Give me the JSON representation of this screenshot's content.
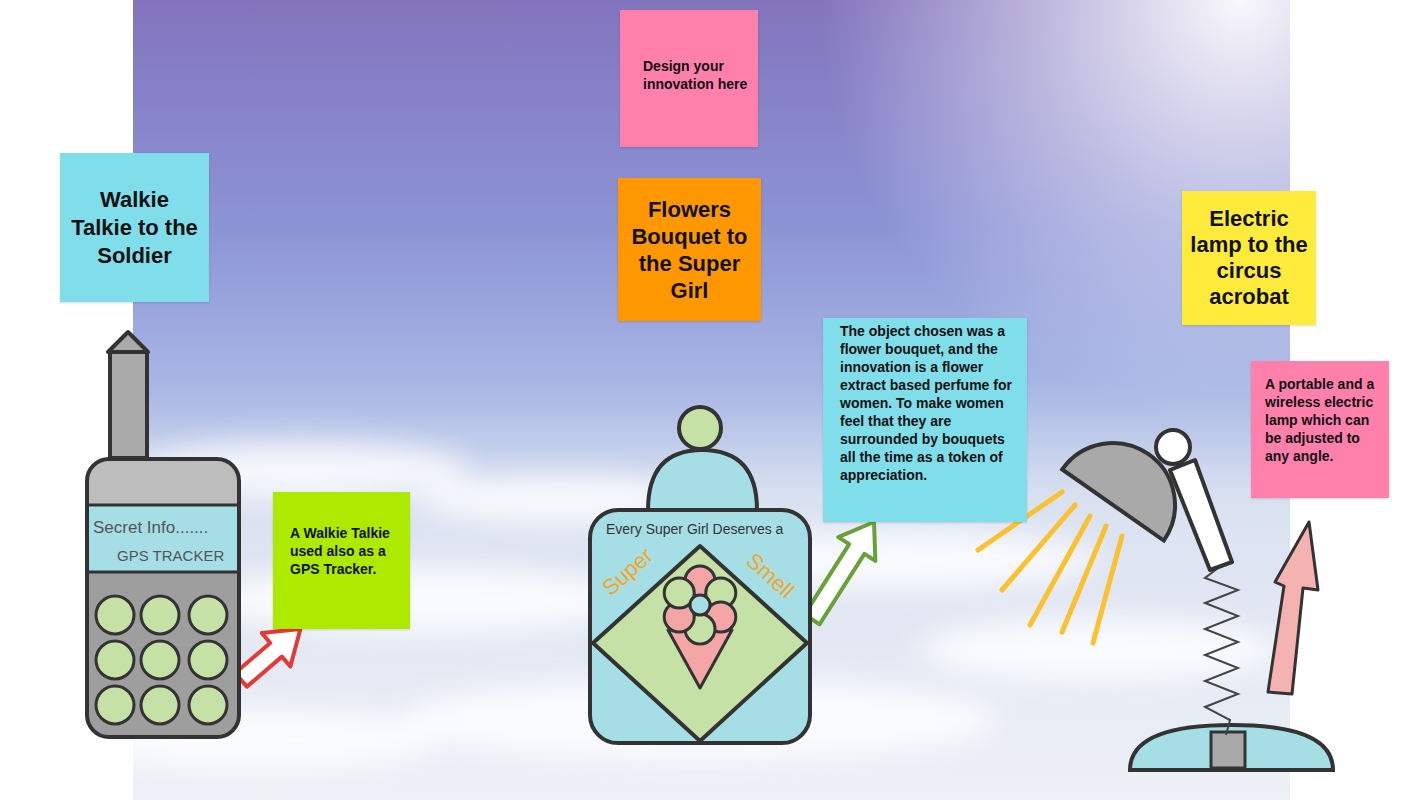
{
  "diagram": {
    "nodes": [
      {
        "text": [
          "Design your innovation here"
        ]
      },
      {
        "text": [
          "Walkie Talkie to the Soldier"
        ]
      },
      {
        "text": [
          "Flowers Bouquet to the Super Girl"
        ]
      },
      {
        "text": [
          "Electric lamp to the circus acrobat"
        ]
      },
      {
        "text": [
          "The object chosen was a flower bouquet, and the innovation is a flower extract based perfume for women. To make women feel that they are surrounded by bouquets all the time as a token of appreciation."
        ]
      },
      {
        "text": [
          "A portable and a wireless electric lamp which can be adjusted to any angle."
        ]
      },
      {
        "text": [
          "A Walkie Talkie used also as a GPS Tracker."
        ]
      },
      {
        "text": [
          "Secret Info.......",
          "GPS TRACKER"
        ]
      },
      {
        "text": [
          "Every Super Girl Deserves a",
          "Super",
          "Smell"
        ]
      }
    ],
    "edges": [
      {
        "from": 7,
        "to": 6,
        "arrow": "to"
      },
      {
        "from": 8,
        "to": 4,
        "arrow": "to"
      }
    ]
  }
}
